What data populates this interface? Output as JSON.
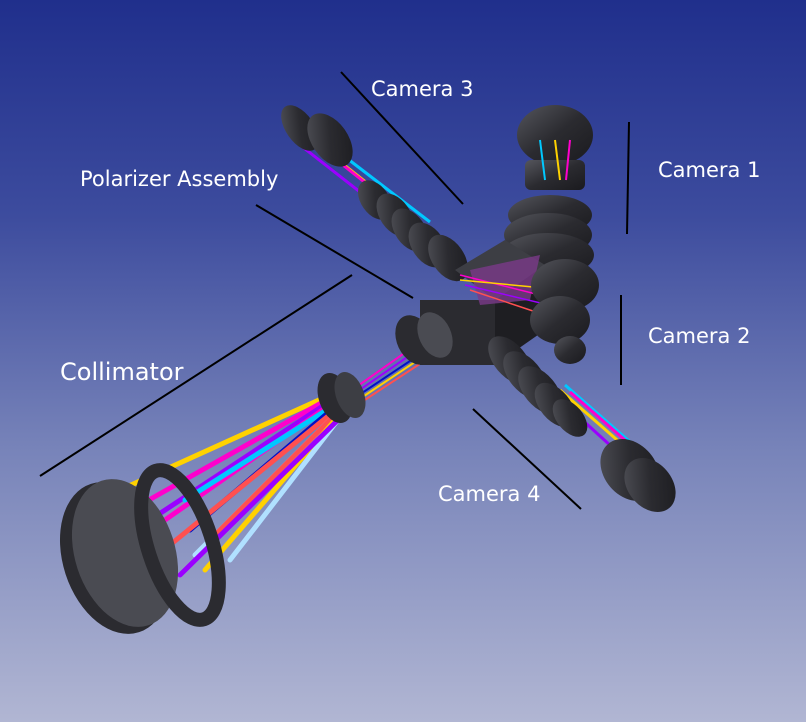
{
  "labels": {
    "camera_3": "Camera 3",
    "camera_1": "Camera 1",
    "polarizer_assembly": "Polarizer Assembly",
    "camera_2": "Camera 2",
    "collimator": "Collimator",
    "camera_4": "Camera 4"
  },
  "colors": {
    "background_top": "#202f8c",
    "background_bottom": "#b1b6d3",
    "lens_body": "#2b2b30",
    "lens_face": "#4a4b52",
    "leader_line": "#000000",
    "label_text": "#ffffff",
    "rays": [
      "#ffd200",
      "#ff00cc",
      "#9b00ff",
      "#0010c8",
      "#00c8ff",
      "#ff5050",
      "#b0e0ff",
      "#ffffff"
    ]
  }
}
